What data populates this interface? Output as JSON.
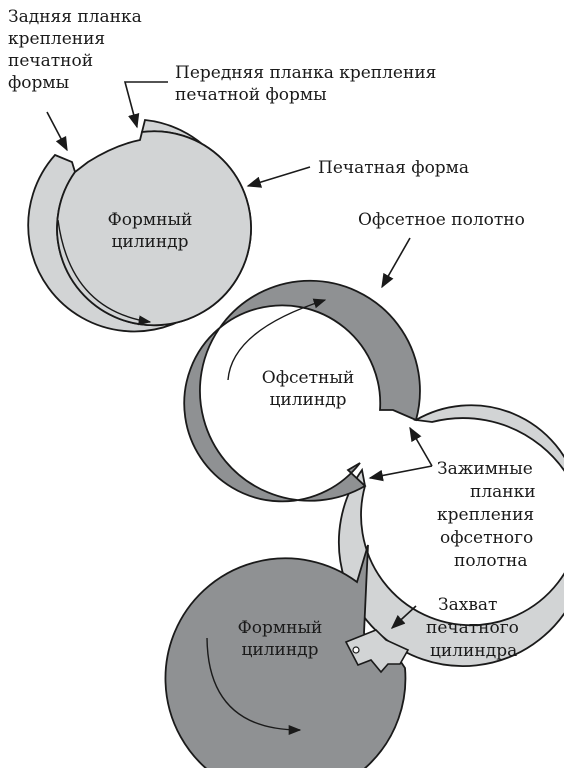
{
  "labels": {
    "rear_plate_bar": [
      "Задняя планка",
      "крепления",
      "печатной",
      "формы"
    ],
    "front_plate_bar": [
      "Передняя планка крепления",
      "печатной формы"
    ],
    "printing_plate": "Печатная форма",
    "blanket": "Офсетное полотно",
    "blanket_clamps": [
      "Зажимные",
      "планки",
      "крепления",
      "офсетного",
      "полотна"
    ],
    "impression_gripper": [
      "Захват",
      "печатного",
      "цилиндра"
    ]
  },
  "cylinders": {
    "plate": [
      "Формный",
      "цилиндр"
    ],
    "blanket": [
      "Офсетный",
      "цилиндр"
    ],
    "impression": [
      "Формный",
      "цилиндр"
    ]
  },
  "colors": {
    "plate_fill": "#d2d4d5",
    "blanket_cyl_fill": "#8f9193",
    "blanket_ring_fill": "#d2d4d5",
    "impression_fill": "#8f9193",
    "outline": "#1a1a1a"
  }
}
